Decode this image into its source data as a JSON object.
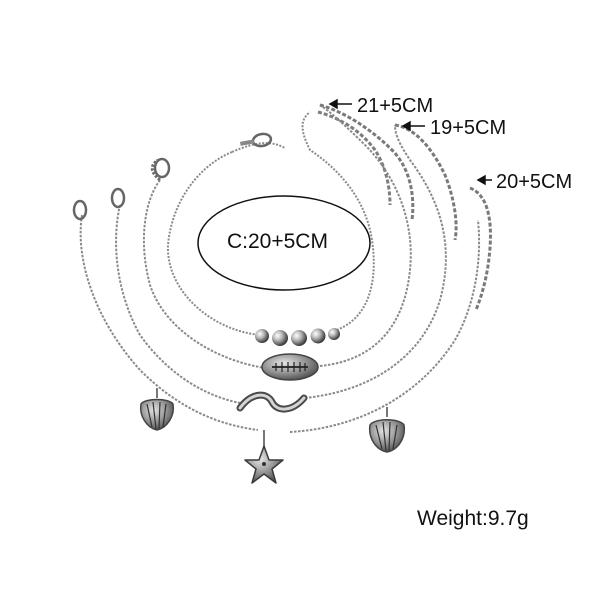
{
  "labels": {
    "size_a": "21+5CM",
    "size_b": "19+5CM",
    "size_c": "20+5CM",
    "size_oval": "C:20+5CM",
    "weight": "Weight:9.7g"
  },
  "colors": {
    "background": "#ffffff",
    "chain": "#8a8a8a",
    "chain_dark": "#555555",
    "text": "#111111"
  }
}
